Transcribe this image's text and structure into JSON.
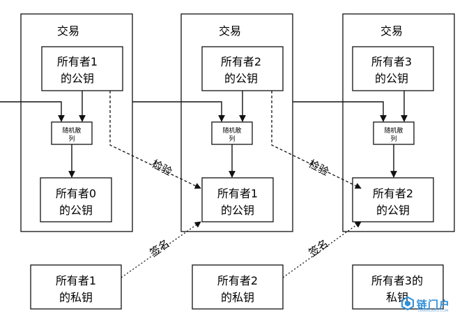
{
  "transactions": [
    {
      "title": "交易",
      "owner_key_line1": "所有者1",
      "owner_key_line2": "的公钥",
      "hash_line1": "随机散",
      "hash_line2": "列",
      "prev_key_line1": "所有者0",
      "prev_key_line2": "的公钥"
    },
    {
      "title": "交易",
      "owner_key_line1": "所有者2",
      "owner_key_line2": "的公钥",
      "hash_line1": "随机散",
      "hash_line2": "列",
      "prev_key_line1": "所有者1",
      "prev_key_line2": "的公钥"
    },
    {
      "title": "交易",
      "owner_key_line1": "所有者3",
      "owner_key_line2": "的公钥",
      "hash_line1": "随机散",
      "hash_line2": "列",
      "prev_key_line1": "所有者2",
      "prev_key_line2": "的公钥"
    }
  ],
  "private_keys": [
    {
      "line1": "所有者1",
      "line2": "的私钥"
    },
    {
      "line1": "所有者2",
      "line2": "的私钥"
    },
    {
      "line1": "所有者3的",
      "line2": "私钥"
    }
  ],
  "labels": {
    "verify": "检验",
    "sign": "签名"
  },
  "watermark": {
    "text": "链门户",
    "sub": "LIANMENHU.COM"
  },
  "colors": {
    "line": "#111111",
    "watermark": "#2f8fd8"
  }
}
